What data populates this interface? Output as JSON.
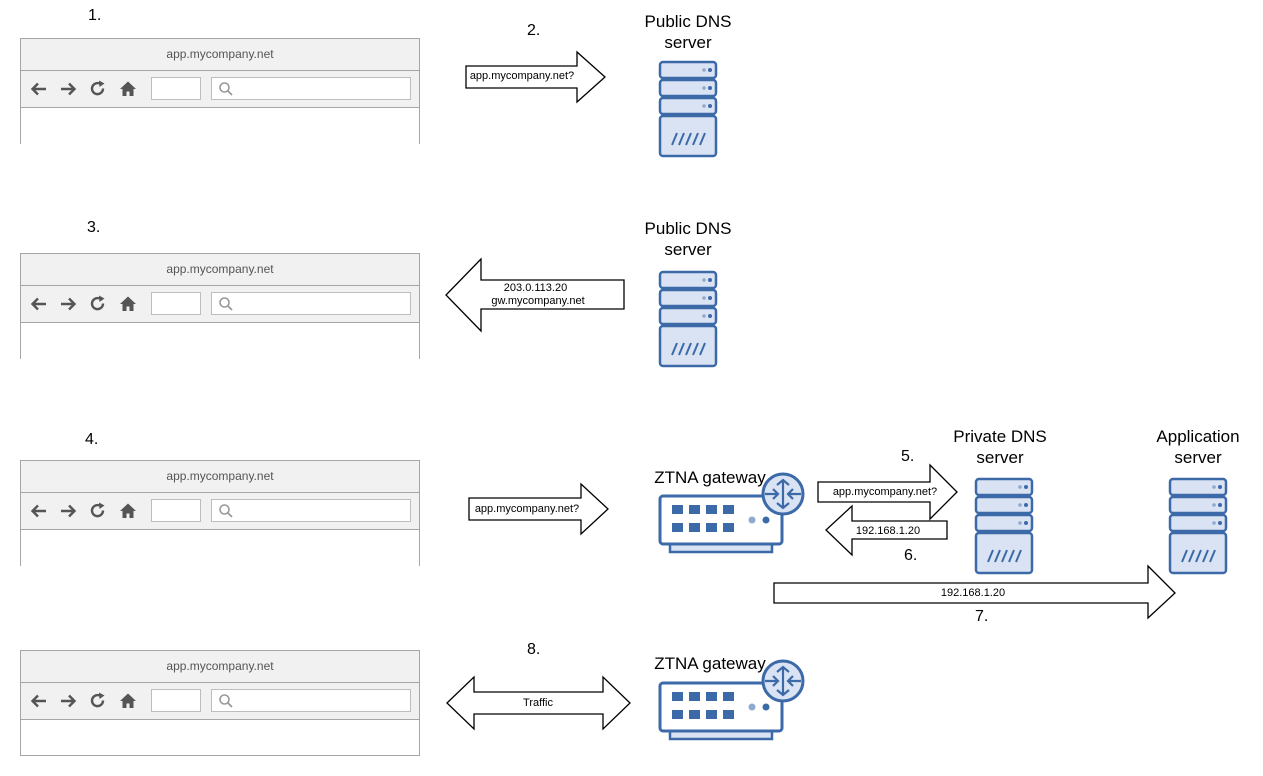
{
  "steps": {
    "s1": "1.",
    "s2": "2.",
    "s3": "3.",
    "s4": "4.",
    "s5": "5.",
    "s6": "6.",
    "s7": "7.",
    "s8": "8."
  },
  "browser": {
    "url": "app.mycompany.net",
    "icons": [
      "back-arrow-icon",
      "forward-arrow-icon",
      "reload-icon",
      "home-icon",
      "search-icon"
    ]
  },
  "nodes": {
    "public_dns": "Public DNS\nserver",
    "private_dns": "Private DNS\nserver",
    "app_server": "Application\nserver",
    "ztna_gateway": "ZTNA gateway"
  },
  "arrows": {
    "query": "app.mycompany.net?",
    "response_ip": "203.0.113.20",
    "response_host": "gw.mycompany.net",
    "private_ip": "192.168.1.20",
    "traffic": "Traffic"
  },
  "colors": {
    "server_fill": "#dae3f3",
    "server_stroke": "#3c6aa8",
    "browser_border": "#a6a6a6",
    "browser_bar": "#f1f1f1"
  }
}
